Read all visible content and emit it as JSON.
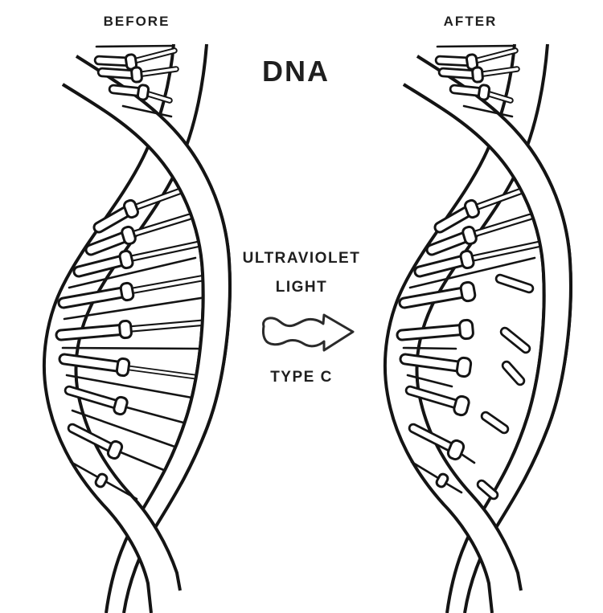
{
  "page": {
    "background": "#ffffff"
  },
  "title": {
    "text": "DNA"
  },
  "panels": {
    "before_label": "BEFORE",
    "after_label": "AFTER",
    "before_state": "intact double helix with connected base pairs",
    "after_state": "double helix with broken, detached base pairs"
  },
  "process": {
    "line1": "ULTRAVIOLET",
    "line2": "LIGHT",
    "type_label": "TYPE C",
    "arrow_icon": "wavy-right-arrow",
    "direction": "left-to-right"
  },
  "colors": {
    "line": "#141414",
    "text": "#1f1f1f",
    "background": "#ffffff"
  }
}
